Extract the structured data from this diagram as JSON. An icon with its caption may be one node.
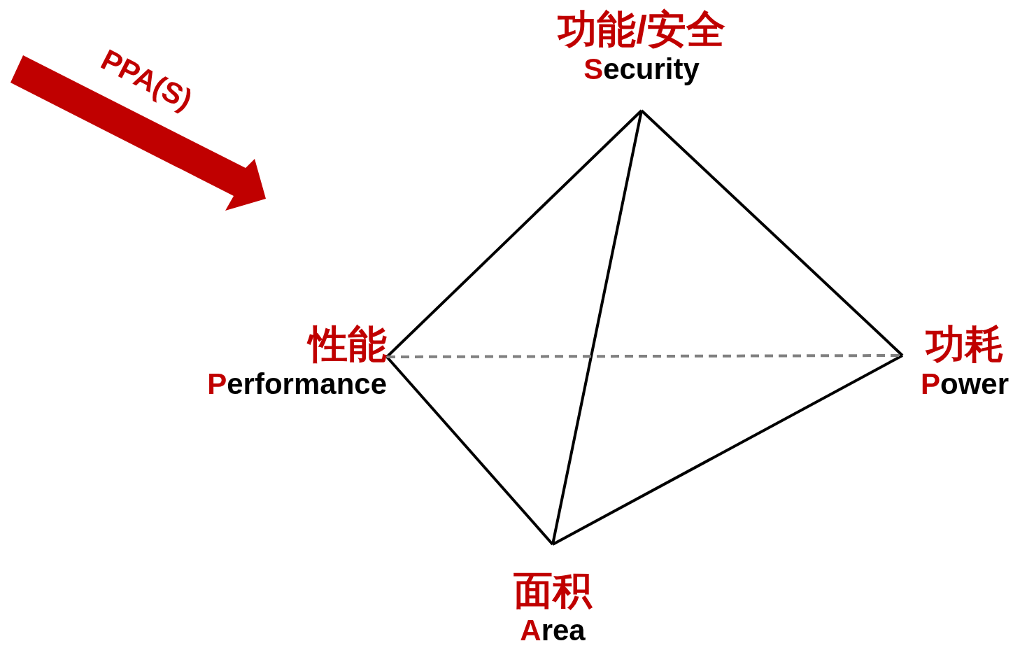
{
  "diagram": {
    "nodes": [
      {
        "text": [
          "功能/安全",
          "Security"
        ]
      },
      {
        "text": [
          "性能",
          "Performance"
        ]
      },
      {
        "text": [
          "功耗",
          "Power"
        ]
      },
      {
        "text": [
          "面积",
          "Area"
        ]
      }
    ],
    "edges": [
      {
        "from": 0,
        "to": 1,
        "arrow": "none"
      },
      {
        "from": 0,
        "to": 2,
        "arrow": "none"
      },
      {
        "from": 0,
        "to": 3,
        "arrow": "none"
      },
      {
        "from": 1,
        "to": 3,
        "arrow": "none"
      },
      {
        "from": 3,
        "to": 2,
        "arrow": "none"
      },
      {
        "from": 1,
        "to": 2,
        "arrow": "none",
        "style": "dashed",
        "color": "#808080"
      }
    ],
    "labels": [
      "PPA(S)"
    ]
  }
}
